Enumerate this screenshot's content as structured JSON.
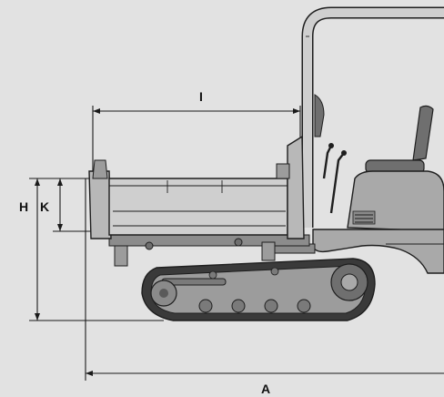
{
  "diagram": {
    "labels": {
      "i": "I",
      "h": "H",
      "k": "K",
      "a": "A"
    },
    "colors": {
      "background": "#e2e2e2",
      "body_light": "#cfcfcf",
      "body_mid": "#a9a9a9",
      "body_dark": "#6f6f6f",
      "track": "#3a3a3a",
      "line": "#1a1a1a"
    }
  }
}
